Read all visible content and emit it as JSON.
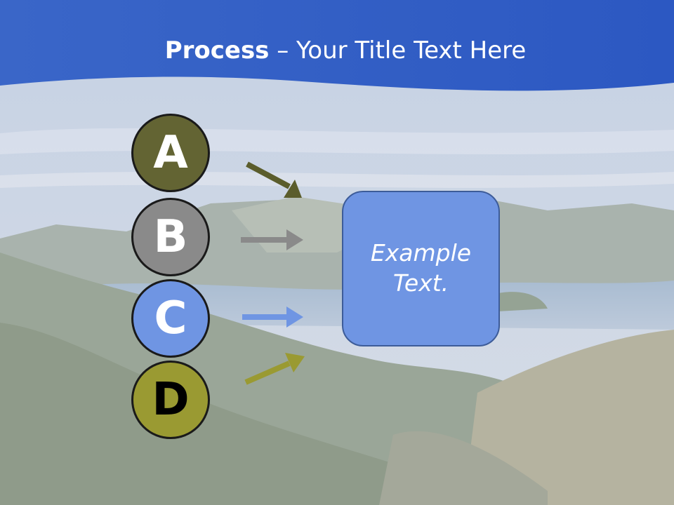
{
  "slide": {
    "title_bold": "Process",
    "title_rest": " – Your Title Text Here"
  },
  "steps": [
    {
      "letter": "A",
      "fill": "#636433",
      "text_color": "#ffffff",
      "arrow_color": "#5b5d2c"
    },
    {
      "letter": "B",
      "fill": "#8a8a8a",
      "text_color": "#ffffff",
      "arrow_color": "#8a8a8a"
    },
    {
      "letter": "C",
      "fill": "#6f95e3",
      "text_color": "#ffffff",
      "arrow_color": "#6f95e3"
    },
    {
      "letter": "D",
      "fill": "#9a9a32",
      "text_color": "#000000",
      "arrow_color": "#9a9a32"
    }
  ],
  "box": {
    "line1": "Example",
    "line2": "Text."
  },
  "colors": {
    "header_blue": "#2d5fc7",
    "box_fill": "#6f95e3"
  }
}
